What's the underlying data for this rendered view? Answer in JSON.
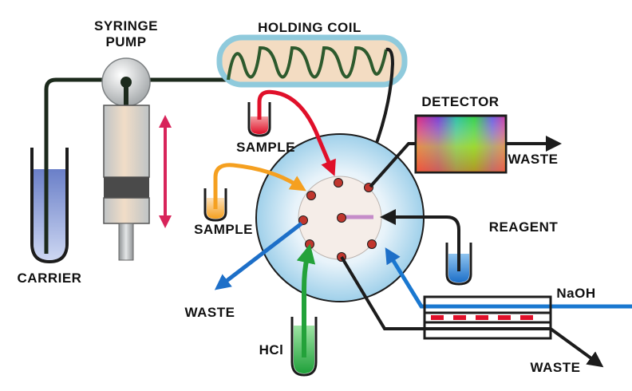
{
  "labels": {
    "syringe_pump_line1": "SYRINGE",
    "syringe_pump_line2": "PUMP",
    "holding_coil": "HOLDING COIL",
    "detector": "DETECTOR",
    "waste_detector": "WASTE",
    "sample_top": "SAMPLE",
    "sample_left": "SAMPLE",
    "reagent": "REAGENT",
    "carrier": "CARRIER",
    "waste_left": "WASTE",
    "naoh": "NaOH",
    "hcl": "HCl",
    "waste_bottom": "WASTE"
  },
  "colors": {
    "line_dark": "#1c1c1c",
    "coil_green": "#2d5a2d",
    "sample_red": "#e0102a",
    "sample_orange": "#f5a020",
    "reagent_blue": "#1d6fc8",
    "hcl_green": "#23a23a",
    "naoh_blue": "#1a78d0",
    "pink_arrow": "#d8245a"
  }
}
